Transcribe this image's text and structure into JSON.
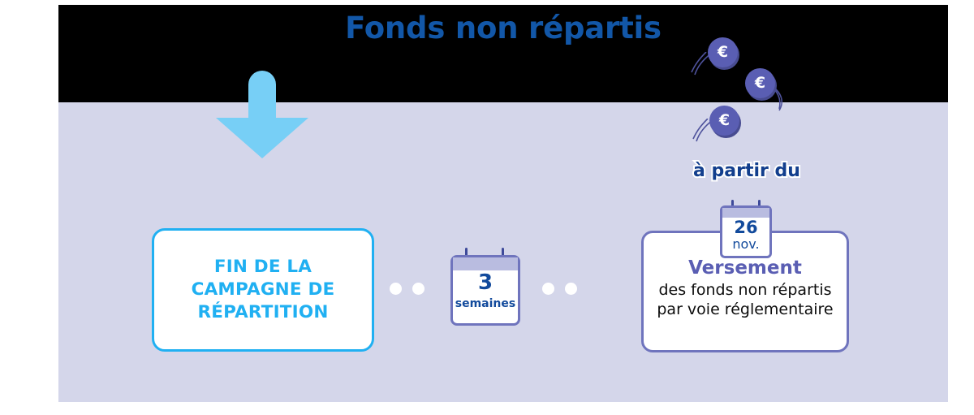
{
  "banner": {
    "title": "Fonds non répartis",
    "title_color": "#1257a8",
    "background_color": "#000000"
  },
  "canvas": {
    "background_color": "#d4d6ea"
  },
  "arrow": {
    "name": "down-arrow",
    "color": "#77cff6"
  },
  "coins": [
    {
      "symbol": "€",
      "color": "#5a5eb3"
    },
    {
      "symbol": "€",
      "color": "#5a5eb3"
    },
    {
      "symbol": "€",
      "color": "#5a5eb3"
    }
  ],
  "timeline": {
    "start_card": {
      "line1": "FIN DE LA",
      "line2": "CAMPAGNE DE",
      "line3": "RÉPARTITION",
      "accent_color": "#20b0f2"
    },
    "duration": {
      "value": "3",
      "unit": "semaines",
      "accent_color": "#124a9c"
    },
    "end": {
      "prefix": "à partir du",
      "date_day": "26",
      "date_month": "nov.",
      "heading": "Versement",
      "body_line1": "des fonds non répartis",
      "body_line2": "par voie réglementaire",
      "accent_color": "#5a5eb3"
    }
  }
}
